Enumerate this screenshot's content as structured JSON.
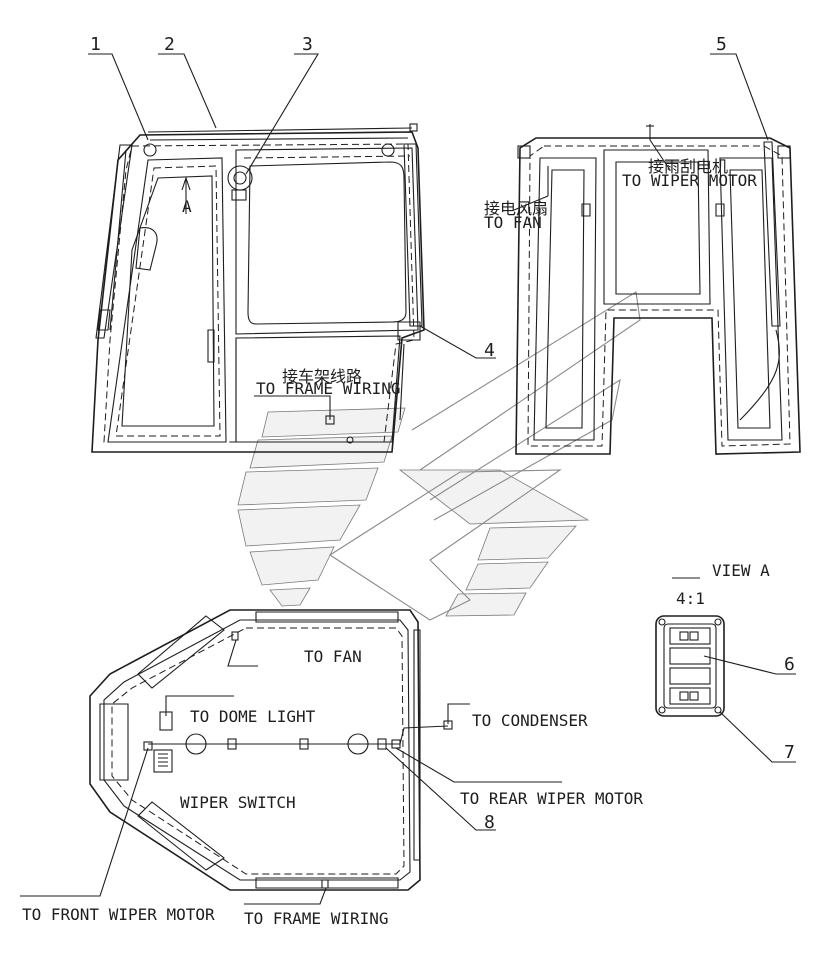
{
  "callouts": [
    "1",
    "2",
    "3",
    "4",
    "5",
    "6",
    "7",
    "8"
  ],
  "labels": {
    "a_mark": "A",
    "view_a": "VIEW A",
    "scale": "4:1",
    "cn_to_frame": "接车架线路",
    "to_frame_wiring_top": "TO FRAME WIRING",
    "cn_to_fan": "接电风扇",
    "to_fan_top": "TO FAN",
    "cn_to_wiper": "接雨刮电机",
    "to_wiper_motor": "TO WIPER MOTOR",
    "to_fan": "TO FAN",
    "to_dome_light": "TO DOME LIGHT",
    "to_condenser": "TO CONDENSER",
    "wiper_switch": "WIPER SWITCH",
    "to_rear_wiper_motor": "TO REAR WIPER MOTOR",
    "to_front_wiper_motor": "TO FRONT WIPER MOTOR",
    "to_frame_wiring": "TO FRAME WIRING"
  },
  "colors": {
    "line": "#1e1e1e",
    "watermark": "#f2f2f2"
  }
}
